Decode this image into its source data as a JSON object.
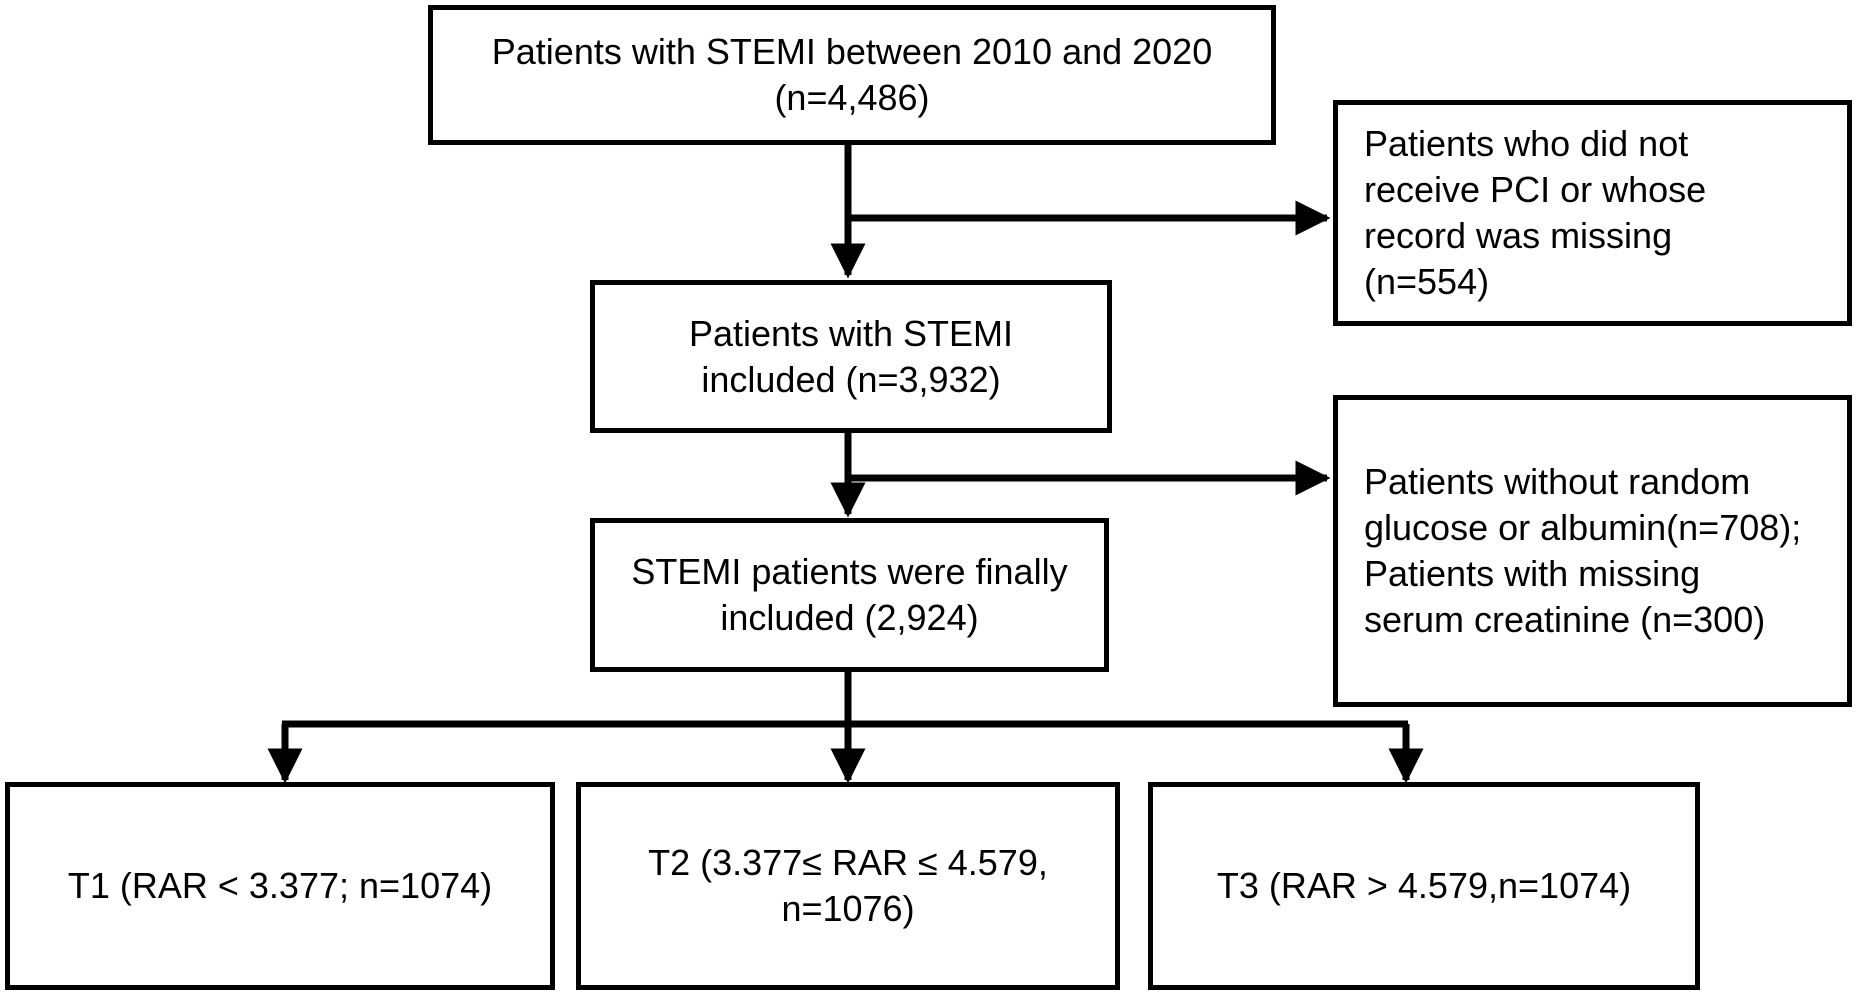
{
  "flowchart": {
    "start": {
      "lines": [
        "Patients with STEMI between 2010 and 2020",
        "(n=4,486)"
      ]
    },
    "exclusion_1": {
      "lines": [
        "Patients who did not",
        "receive PCI or whose",
        "record was missing",
        "(n=554)"
      ]
    },
    "included": {
      "lines": [
        "Patients with STEMI",
        "included (n=3,932)"
      ]
    },
    "exclusion_2": {
      "lines": [
        "Patients without random",
        "glucose or albumin(n=708);",
        "Patients with missing",
        "serum creatinine (n=300)"
      ]
    },
    "final": {
      "lines": [
        "STEMI patients were finally",
        "included (2,924)"
      ]
    },
    "groups": [
      {
        "lines": [
          "T1 (RAR < 3.377; n=1074)"
        ]
      },
      {
        "lines": [
          "T2 (3.377≤ RAR ≤ 4.579,",
          "n=1076)"
        ]
      },
      {
        "lines": [
          "T3 (RAR > 4.579,n=1074)"
        ]
      }
    ]
  }
}
